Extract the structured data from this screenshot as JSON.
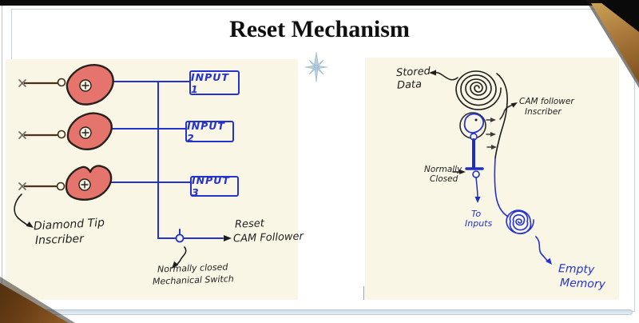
{
  "slide": {
    "title": "Reset Mechanism"
  },
  "left_panel": {
    "input_boxes": [
      "INPUT 1",
      "INPUT 2",
      "INPUT 3"
    ],
    "diamond_tip_label": [
      "Diamond Tip",
      "Inscriber"
    ],
    "reset_label": [
      "Reset",
      "CAM Follower"
    ],
    "switch_label": [
      "Normally closed",
      "Mechanical Switch"
    ]
  },
  "right_panel": {
    "stored_data_label": [
      "Stored",
      "Data"
    ],
    "cam_follower_label": [
      "CAM follower",
      "Inscriber"
    ],
    "normally_closed_label": [
      "Normally",
      "Closed"
    ],
    "to_inputs_label": [
      "To",
      "Inputs"
    ],
    "empty_memory_label": [
      "Empty",
      "Memory"
    ]
  },
  "icons": {
    "divider_star": "compass-star-icon"
  },
  "colors": {
    "ink_blue": "#2433d0",
    "ink_black": "#1f1f1f",
    "cam_red": "#e5746d",
    "panel_cream": "#faf6e6",
    "wood_brown": "#8a5a28",
    "frame_blue": "#c4d4e1"
  }
}
